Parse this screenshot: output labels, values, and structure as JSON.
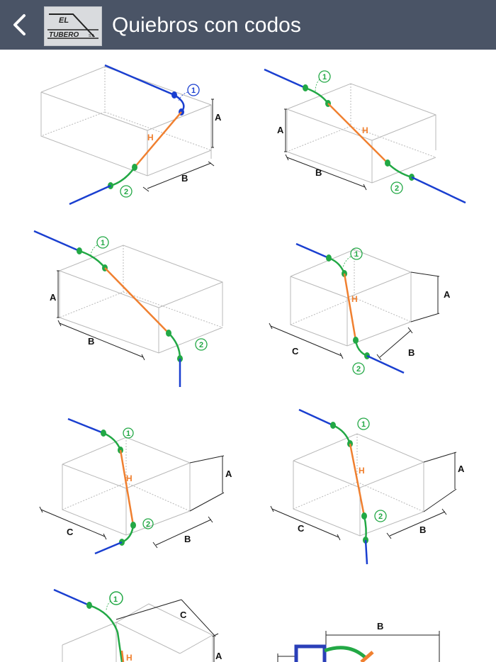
{
  "header": {
    "title": "Quiebros con codos",
    "logo_line1": "EL",
    "logo_line2": "TUBERO",
    "logo_suffix": "S.A."
  },
  "labels": {
    "a": "A",
    "b": "B",
    "c": "C",
    "h": "H",
    "elbow1": "1",
    "elbow2": "2"
  },
  "colors": {
    "header_bg": "#4a5466",
    "pipe_blue": "#1a3fd0",
    "elbow_green": "#22a845",
    "run_orange": "#f08030",
    "frame_gray": "#b8b8b8"
  }
}
